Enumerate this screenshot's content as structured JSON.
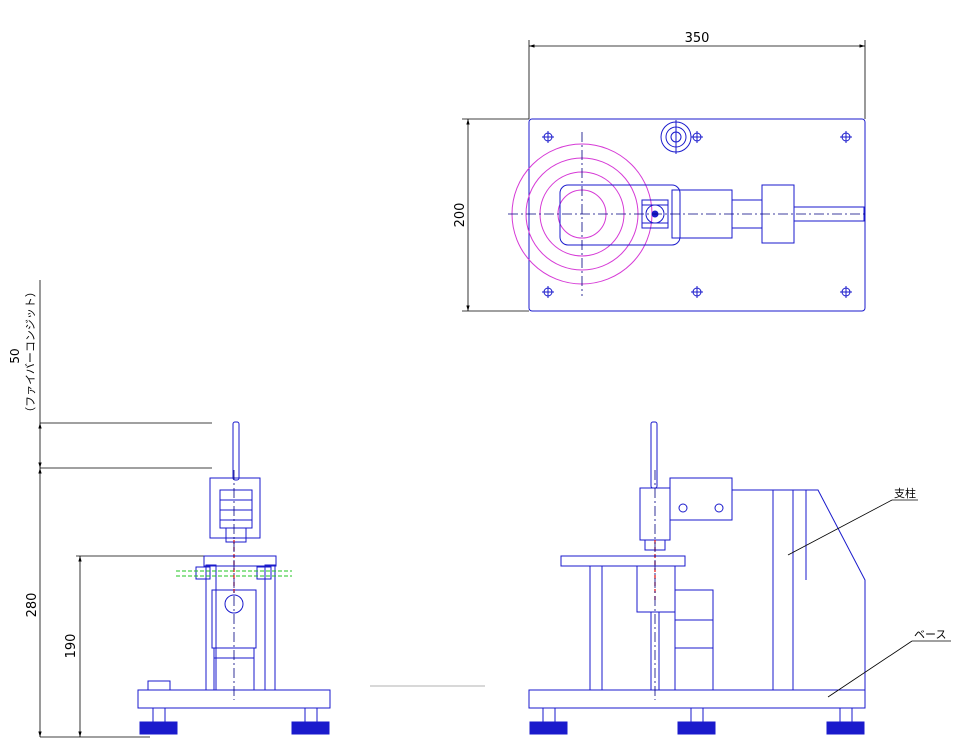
{
  "dimensions": {
    "top_width": "350",
    "top_height": "200",
    "fiber_consist": "50",
    "fiber_consist_note": "（ファイバーコンジット）",
    "total_height": "280",
    "table_height": "190"
  },
  "labels": {
    "pillar": "支柱",
    "base": "ベース"
  },
  "colors": {
    "part_outline": "#1a1acc",
    "dimension": "#000000",
    "rotary_circles": "#d63ad6",
    "optical_axis": "#e01010",
    "level_line": "#22c422"
  }
}
